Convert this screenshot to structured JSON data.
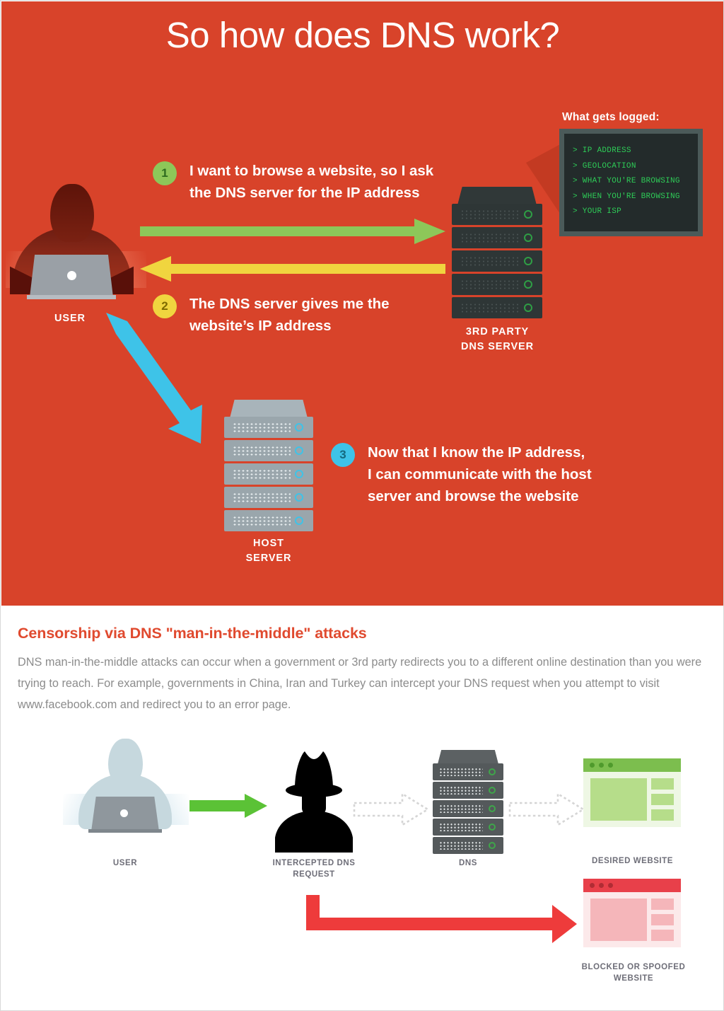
{
  "title": "So how does DNS work?",
  "colors": {
    "orange_bg": "#d8432a",
    "green": "#8dc759",
    "yellow": "#f0d53f",
    "cyan": "#3ec3e8",
    "terminal_text": "#2ecc57",
    "heading_red": "#e04a2f",
    "arrow_red": "#ee3b3b",
    "site_green": "#8dc759",
    "site_red": "#e8404a"
  },
  "logged": {
    "label": "What gets logged:",
    "items": [
      "> IP ADDRESS",
      "> GEOLOCATION",
      "> WHAT YOU'RE BROWSING",
      "> WHEN YOU'RE BROWSING",
      "> YOUR ISP"
    ]
  },
  "steps": [
    {
      "number": "1",
      "color": "#8dc759",
      "number_color": "#2d6b1f",
      "line1": "I want to browse a website, so I ask",
      "line2": "the DNS server for the IP address",
      "line3": ""
    },
    {
      "number": "2",
      "color": "#f0d53f",
      "number_color": "#7d6a00",
      "line1": "The DNS server gives me the",
      "line2": "website’s IP address",
      "line3": ""
    },
    {
      "number": "3",
      "color": "#3ec3e8",
      "number_color": "#15697f",
      "line1": "Now that I know the IP address,",
      "line2": "I can communicate with the host",
      "line3": "server and browse the website"
    }
  ],
  "top_labels": {
    "user": "USER",
    "dns_server_line1": "3RD PARTY",
    "dns_server_line2": "DNS SERVER",
    "host_line1": "HOST",
    "host_line2": "SERVER"
  },
  "censorship": {
    "heading": "Censorship via DNS \"man-in-the-middle\" attacks",
    "body": "DNS man-in-the-middle attacks can occur when a government or 3rd party redirects you to a different online destination than you were trying to reach. For example, governments in China, Iran and Turkey can intercept your DNS request when you attempt to visit www.facebook.com and redirect you to an error page."
  },
  "bottom_labels": {
    "user": "USER",
    "intercepted_line1": "INTERCEPTED DNS",
    "intercepted_line2": "REQUEST",
    "dns": "DNS",
    "desired": "DESIRED WEBSITE",
    "blocked_line1": "BLOCKED OR SPOOFED",
    "blocked_line2": "WEBSITE"
  }
}
